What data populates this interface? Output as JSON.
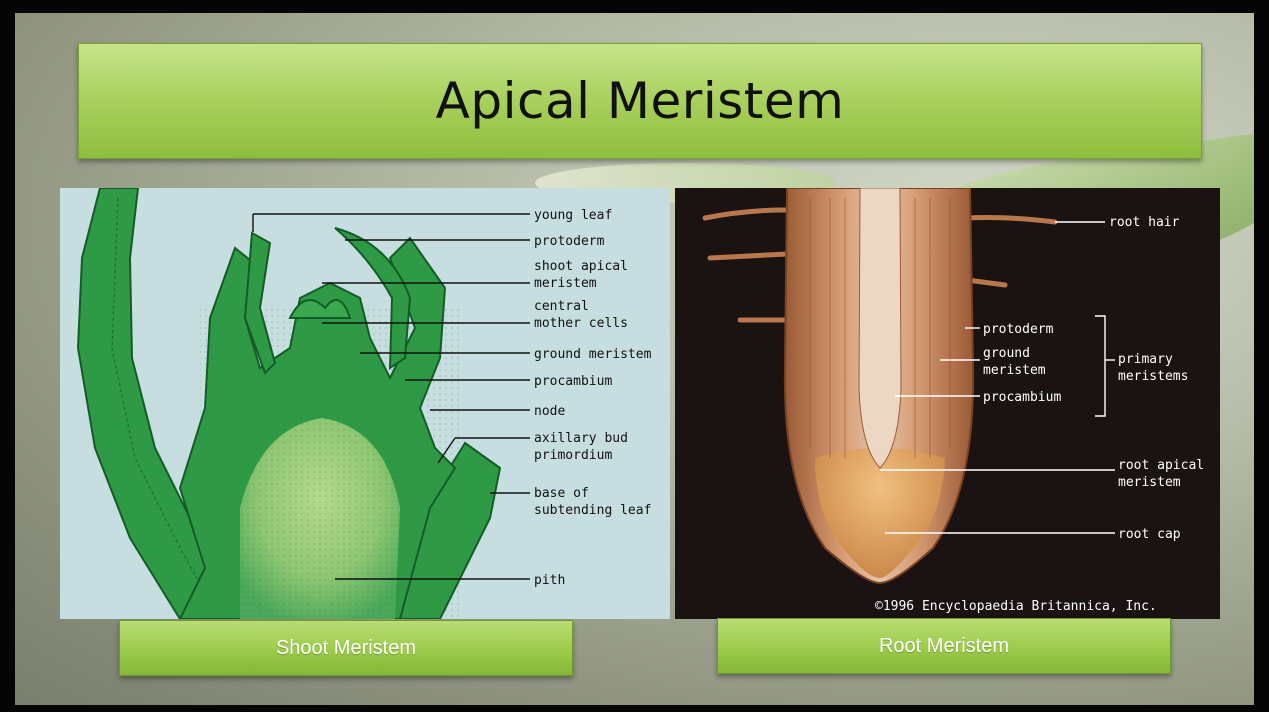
{
  "slide": {
    "title": "Apical Meristem"
  },
  "shoot_diagram": {
    "labels": [
      "young leaf",
      "protoderm",
      "shoot apical",
      "meristem",
      "central",
      "mother cells",
      "ground meristem",
      "procambium",
      "node",
      "axillary bud",
      "primordium",
      "base of",
      "subtending leaf",
      "pith"
    ],
    "caption": "Shoot Meristem"
  },
  "root_diagram": {
    "labels": [
      "root hair",
      "protoderm",
      "ground",
      "meristem",
      "procambium",
      "primary",
      "meristems",
      "root apical",
      "meristem",
      "root cap"
    ],
    "copyright": "©1996 Encyclopaedia Britannica, Inc.",
    "caption": "Root Meristem"
  },
  "colors": {
    "banner_green": "#a8d05c",
    "shoot_tissue_dark": "#2f9a45",
    "shoot_background": "#c7dee0",
    "root_tissue": "#c98a62",
    "root_background": "#1a1312"
  }
}
